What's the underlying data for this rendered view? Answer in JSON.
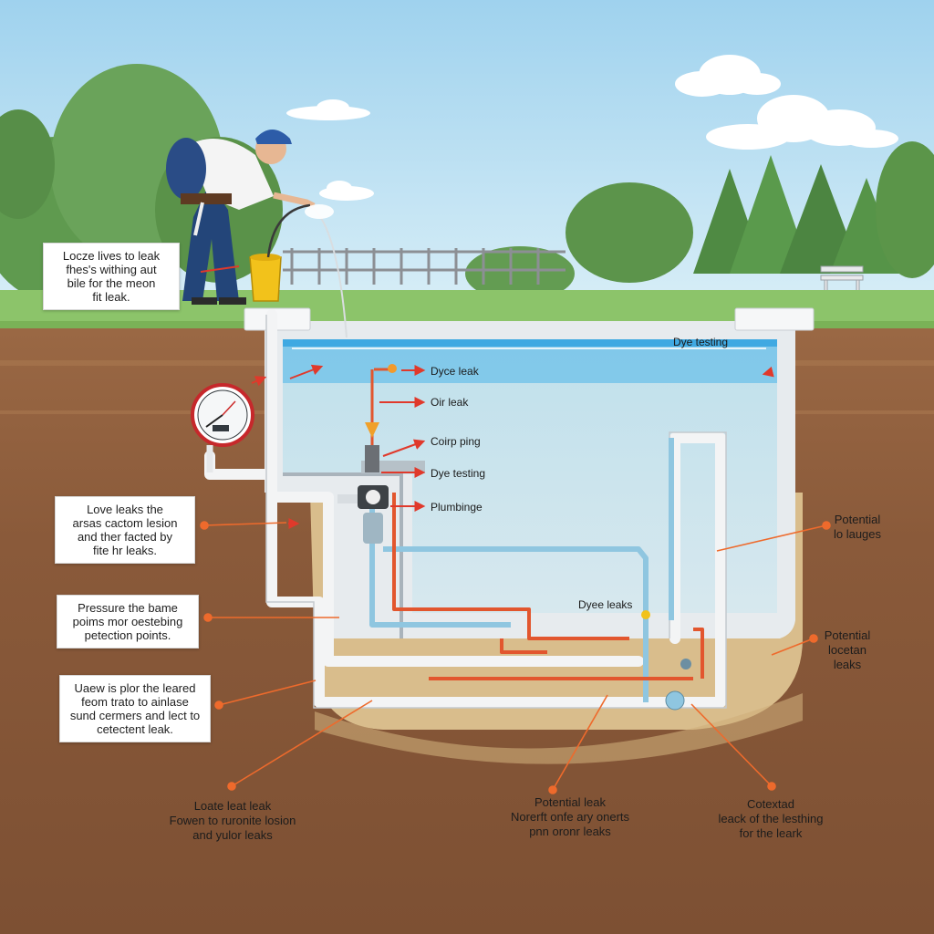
{
  "colors": {
    "sky": "#bfe3f3",
    "grass": "#8cc46a",
    "soil_dark": "#8a5a3a",
    "soil_light": "#a8764d",
    "sand": "#dcc08e",
    "pool_wall": "#f1f3f4",
    "water": "#c4dce6",
    "water_surface": "#4fb6e8",
    "pipe_white": "#f4f4f4",
    "pipe_blue": "#8fc6e0",
    "pipe_red": "#e2562e",
    "arrow_red": "#e0392b",
    "leader_orange": "#ee6a2c",
    "dye_yellow": "#f2c21b"
  },
  "icons": [
    "pressure-gauge-icon",
    "dye-bucket-icon",
    "park-bench-icon",
    "technician-figure"
  ],
  "left_boxes": [
    {
      "lines": [
        "Locze lives to leak",
        "fhes's withing aut",
        "bile for the meon",
        "fit leak."
      ]
    },
    {
      "lines": [
        "Love leaks the",
        "arsas cactom lesion",
        "and ther facted by",
        "fite hr leaks."
      ]
    },
    {
      "lines": [
        "Pressure the bame",
        "poims mor oestebing",
        "petection points."
      ]
    },
    {
      "lines": [
        "Uaew is plor the leared",
        "feom trato to ainlase",
        "sund cermers and lect to",
        "cetectent leak."
      ]
    }
  ],
  "inline_labels": {
    "dye_testing_top": "Dye testing",
    "dye_leak": "Dyce leak",
    "oir_leak": "Oir leak",
    "coirp_ping": "Coirp ping",
    "dye_testing": "Dye testing",
    "plumbinge": "Plumbinge",
    "dyee_leaks": "Dyee leaks"
  },
  "right_labels": [
    {
      "lines": [
        "Potential",
        "lo lauges"
      ]
    },
    {
      "lines": [
        "Potential",
        "locetan",
        "leaks"
      ]
    }
  ],
  "bottom_labels": [
    {
      "lines": [
        "Loate leat leak",
        "Fowen to ruronite losion",
        "and yulor leaks"
      ]
    },
    {
      "lines": [
        "Potential leak",
        "Norerft onfe ary onerts",
        "pnn oronr leaks"
      ]
    },
    {
      "lines": [
        "Cotextad",
        "leack of the lesthing",
        "for the leark"
      ]
    }
  ]
}
